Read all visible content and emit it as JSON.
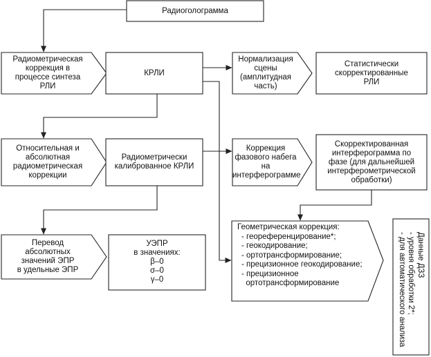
{
  "nodes": {
    "radiohologram": "Радиоголограмма",
    "radiometric_correction_synthesis": [
      "Радиометрическая",
      "коррекция в",
      "процессе синтеза",
      "РЛИ"
    ],
    "krli": "КРЛИ",
    "scene_normalization": [
      "Нормализация",
      "сцены",
      "(амплитудная",
      "часть)"
    ],
    "statistically_corrected": [
      "Статистически",
      "скорректированные",
      "РЛИ"
    ],
    "relative_absolute_correction": [
      "Относительная и",
      "абсолютная",
      "радиометрическая",
      "коррекции"
    ],
    "calibrated_krli": [
      "Радиометрически",
      "калиброванное КРЛИ"
    ],
    "phase_correction": [
      "Коррекция",
      "фазового набега",
      "на",
      "интерферограмме"
    ],
    "corrected_interferogram": [
      "Скорректированная",
      "интерферограмма по",
      "фазе (для дальнейшей",
      "интерферометрической",
      "обработки)"
    ],
    "epr_conversion": [
      "Перевод",
      "абсолютных",
      "значений ЭПР",
      "в удельные ЭПР"
    ],
    "uepr": {
      "title": [
        "УЭПР",
        "в значениях:"
      ],
      "values": [
        "β–0",
        "σ–0",
        "γ–0"
      ]
    },
    "geometric_correction": {
      "title": "Геометрическая коррекция:",
      "items": [
        "- геореференцирование*;",
        "- геокодирование;",
        "- ортотрансформирование;",
        "- прецизионное геокодирование;",
        "- прецизионное",
        "  ортотрансформирование"
      ]
    },
    "dzz_data": [
      "Данные ДЗЗ",
      "- уровня обработки 2*;",
      "- для автоматического анализа"
    ]
  }
}
